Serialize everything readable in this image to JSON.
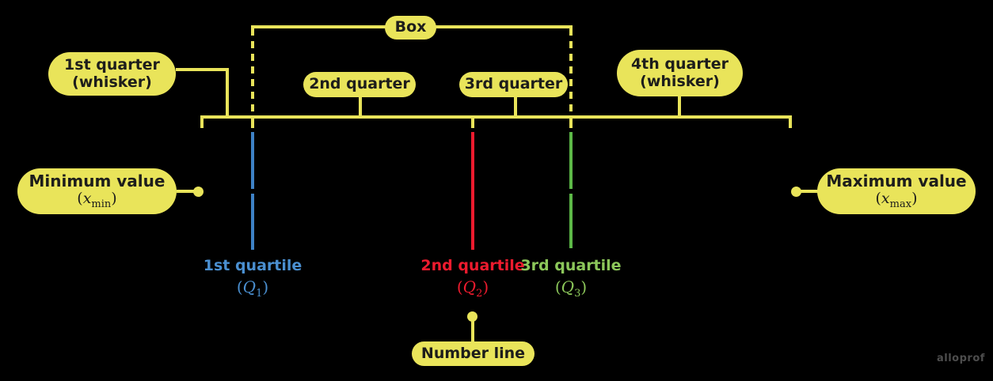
{
  "colors": {
    "background": "#000000",
    "accent_yellow": "#E9E45A",
    "pill_text": "#1D1D1B",
    "blue": "#3E82C6",
    "red": "#ED1B2E",
    "green": "#5CB847",
    "green_text": "#8CC75A",
    "blue_text": "#4A8FD0",
    "watermark_gray": "#4D4D4D"
  },
  "labels": {
    "box": "Box",
    "first_quarter": {
      "line1": "1st quarter",
      "line2": "(whisker)"
    },
    "second_quarter": "2nd quarter",
    "third_quarter": "3rd quarter",
    "fourth_quarter": {
      "line1": "4th quarter",
      "line2": "(whisker)"
    },
    "minimum": {
      "title": "Minimum value",
      "open": "(",
      "var": "x",
      "sub": "min",
      "close": ")"
    },
    "maximum": {
      "title": "Maximum value",
      "open": "(",
      "var": "x",
      "sub": "max",
      "close": ")"
    },
    "number_line": "Number line"
  },
  "quartiles": [
    {
      "name": "1st quartile",
      "open": "(",
      "var": "Q",
      "sub": "1",
      "close": ")"
    },
    {
      "name": "2nd quartile",
      "open": "(",
      "var": "Q",
      "sub": "2",
      "close": ")"
    },
    {
      "name": "3rd quartile",
      "open": "(",
      "var": "Q",
      "sub": "3",
      "close": ")"
    }
  ],
  "watermark": "alloprof"
}
